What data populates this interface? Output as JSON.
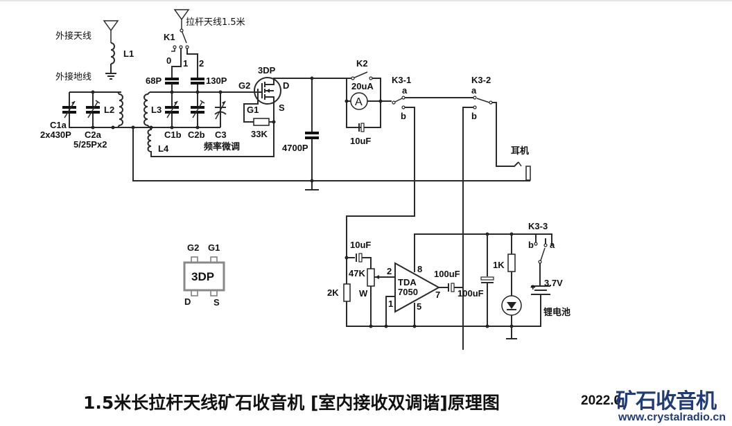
{
  "diagram": {
    "type": "circuit-schematic",
    "labels": {
      "ext_antenna": "外接天线",
      "ext_ground": "外接地线",
      "L1": "L1",
      "whip_antenna": "拉杆天线1.5米",
      "K1": "K1",
      "k1_pos0": "0",
      "k1_pos1": "1",
      "k1_pos2": "2",
      "cap_68p": "68P",
      "cap_130p": "130P",
      "C1a": "C1a",
      "C1a_value": "2x430P",
      "C2a": "C2a",
      "C2a_value": "5/25Px2",
      "L2": "L2",
      "L3": "L3",
      "L4": "L4",
      "C1b": "C1b",
      "C2b": "C2b",
      "C3": "C3",
      "fine_tune": "频率微调",
      "transistor": "3DP",
      "G2": "G2",
      "G1": "G1",
      "D": "D",
      "S": "S",
      "r_33k": "33K",
      "cap_4700p": "4700P",
      "K2": "K2",
      "meter": "20uA",
      "meter_symbol": "A",
      "cap_10uf_meter": "10uF",
      "K3_1": "K3-1",
      "K3_2": "K3-2",
      "K3_3": "K3-3",
      "pos_a": "a",
      "pos_b": "b",
      "earphone": "耳机",
      "cap_10uf_in": "10uF",
      "r_2k": "2K",
      "pot_47k": "47K",
      "pot_w": "W",
      "amp_name": "TDA",
      "amp_model": "7050",
      "pin2": "2",
      "pin8": "8",
      "pin1": "1",
      "pin5": "5",
      "pin7": "7",
      "cap_100uf_out": "100uF",
      "cap_100uf_supply": "100uF",
      "r_1k": "1K",
      "battery_voltage": "3.7V",
      "battery_plus": "+",
      "battery": "锂电池"
    },
    "package": {
      "name": "3DP",
      "pin_top_left": "G2",
      "pin_top_right": "G1",
      "pin_bottom_left": "D",
      "pin_bottom_right": "S"
    }
  },
  "footer": {
    "title": "1.5米长拉杆天线矿石收音机 [室内接收双调谐]原理图",
    "date": "2022.0",
    "logo": "矿石收音机",
    "url": "www.crystalradio.cn",
    "logo_color": "#1f3c78"
  }
}
